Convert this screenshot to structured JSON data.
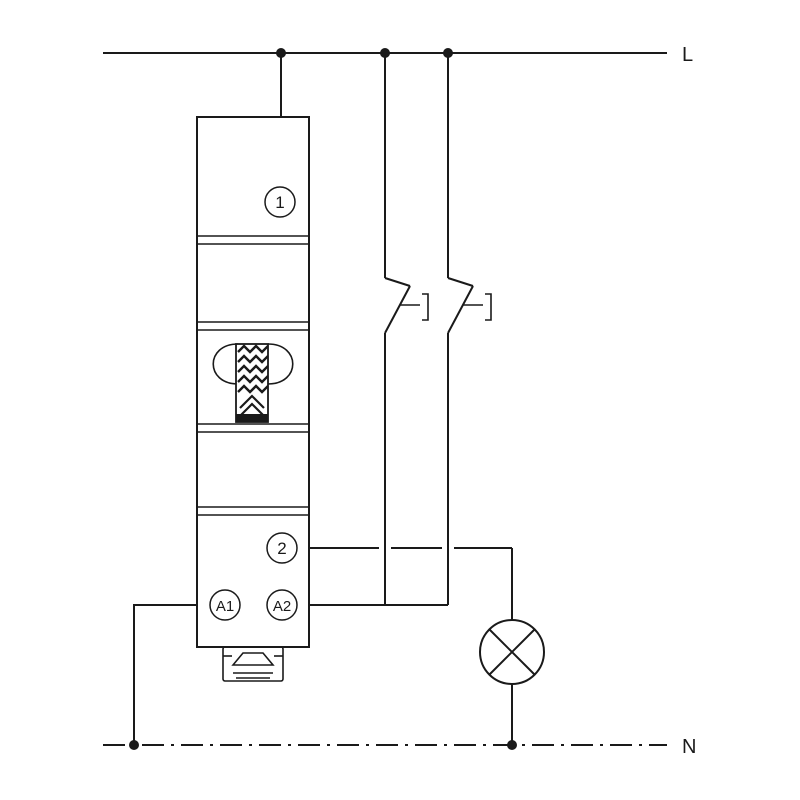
{
  "rails": {
    "line_label": "L",
    "neutral_label": "N"
  },
  "terminals": {
    "t1": "1",
    "t2": "2",
    "a1": "A1",
    "a2": "A2"
  },
  "icons": {
    "push_button": "push-button-switch-icon",
    "lamp": "lamp-icon",
    "relay": "impulse-relay-icon"
  },
  "colors": {
    "stroke": "#1a1a1a",
    "background": "#ffffff"
  }
}
